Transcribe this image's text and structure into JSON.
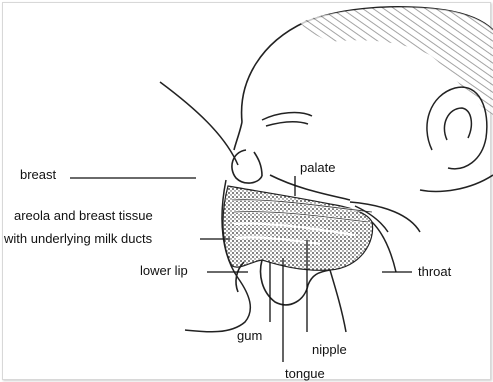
{
  "diagram": {
    "labels": {
      "breast": "breast",
      "areola_line1": "areola and breast tissue",
      "areola_line2": "with underlying milk ducts",
      "lower_lip": "lower lip",
      "palate": "palate",
      "throat": "throat",
      "gum": "gum",
      "nipple": "nipple",
      "tongue": "tongue"
    }
  }
}
